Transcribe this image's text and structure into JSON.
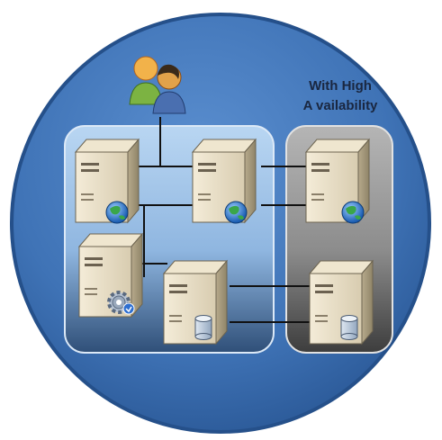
{
  "diagram": {
    "label_line1": "With High",
    "label_line2": "A vailability",
    "servers": [
      {
        "id": "web-1",
        "badge": "globe-icon"
      },
      {
        "id": "web-2",
        "badge": "globe-icon"
      },
      {
        "id": "app-server",
        "badge": "gear-icon"
      },
      {
        "id": "db-server",
        "badge": "database-icon"
      },
      {
        "id": "ha-web",
        "badge": "globe-icon"
      },
      {
        "id": "ha-db",
        "badge": "database-icon"
      }
    ],
    "users_icon": "users-icon",
    "colors": {
      "circle": "#3f73b6",
      "circle_edge": "#2b568f",
      "primary_panel": "#9fc3ea",
      "ha_panel": "#8a8a8a",
      "line": "#111111"
    }
  }
}
